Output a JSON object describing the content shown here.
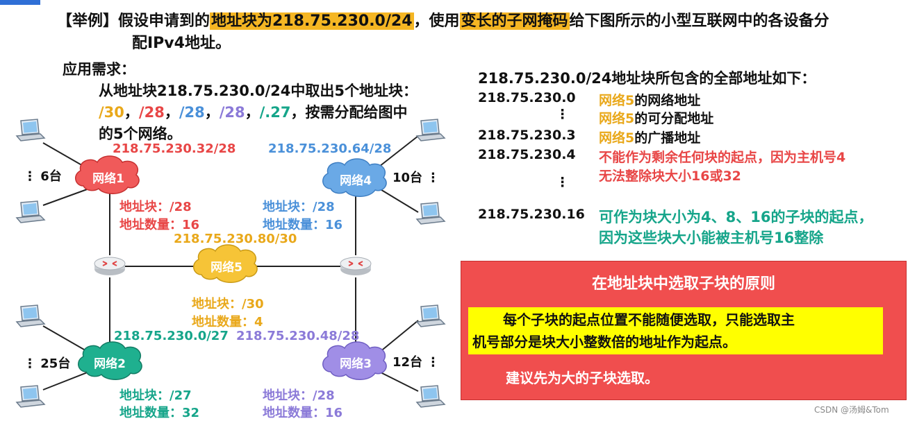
{
  "title": {
    "part1": "【举例】假设申请到的",
    "hl1": "地址块为218.75.230.0/24",
    "part2": "，使用",
    "hl2": "变长的子网掩码",
    "part3": "给下图所示的小型互联网中的各设备分",
    "line2": "配IPv4地址。"
  },
  "requirement": {
    "heading": "应用需求：",
    "line1": "从地址块218.75.230.0/24中取出5个地址块：",
    "suffixes": [
      "/30",
      "，",
      "/28",
      "，",
      "/28",
      "，",
      "/28",
      "，",
      "/.27",
      "，按需分配给图中"
    ],
    "line3": "的5个网络。"
  },
  "networks": {
    "net1": {
      "name": "网络1",
      "addr": "218.75.230.32/28",
      "block": "地址块：/28",
      "count": "地址数量：16",
      "hosts": "6台"
    },
    "net2": {
      "name": "网络2",
      "addr": "218.75.230.0/27",
      "block": "地址块：/27",
      "count": "地址数量：32",
      "hosts": "25台"
    },
    "net3": {
      "name": "网络3",
      "addr": "218.75.230.48/28",
      "block": "地址块：/28",
      "count": "地址数量：16",
      "hosts": "12台"
    },
    "net4": {
      "name": "网络4",
      "addr": "218.75.230.64/28",
      "block": "地址块：/28",
      "count": "地址数量：16",
      "hosts": "10台"
    },
    "net5": {
      "name": "网络5",
      "addr": "218.75.230.80/30",
      "block": "地址块：/30",
      "count": "地址数量：4"
    }
  },
  "colors": {
    "red": "#e84646",
    "blue": "#4a90d9",
    "green": "#16a58a",
    "purple": "#8b7ad8",
    "orange": "#e9a81a",
    "highlight": "#f5b623"
  },
  "address_list": {
    "heading": "218.75.230.0/24地址块所包含的全部地址如下：",
    "rows": [
      {
        "addr": "218.75.230.0",
        "tag": "网络5",
        "desc": "的网络地址"
      },
      {
        "addr": "⋮",
        "tag": "网络5",
        "desc": "的可分配地址"
      },
      {
        "addr": "218.75.230.3",
        "tag": "网络5",
        "desc": "的广播地址"
      }
    ],
    "row4_addr": "218.75.230.4",
    "row4_desc1": "不能作为剩余任何块的起点，因为主机号4",
    "row4_desc2": "无法整除块大小16或32",
    "dots": "⋮",
    "row5_addr": "218.75.230.16",
    "row5_desc1": "可作为块大小为4、8、16的子块的起点，",
    "row5_desc2": "因为这些块大小能被主机号16整除"
  },
  "principle": {
    "title": "在地址块中选取子块的原则",
    "line1": "每个子块的起点位置不能随便选取，只能选取主",
    "line2": "机号部分是块大小整数倍的地址作为起点。",
    "note": "建议先为大的子块选取。"
  },
  "watermark": "CSDN @汤姆&Tom"
}
